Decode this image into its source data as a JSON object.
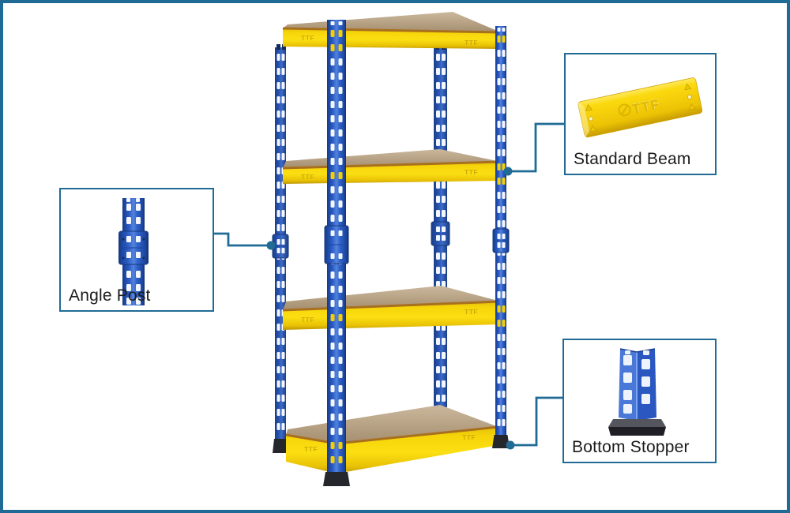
{
  "figure": {
    "kind": "labeled-parts-diagram",
    "subject": "boltless-shelving-unit",
    "shelf_count": 4,
    "post_count": 4
  },
  "rack": {
    "brand_mark": "TTF"
  },
  "callouts": [
    {
      "id": "angle-post",
      "label": "Angle Post",
      "image": "blue-angle-post-with-joint-sleeve"
    },
    {
      "id": "standard-beam",
      "label": "Standard Beam",
      "image": "yellow-beam-embossed-ttf"
    },
    {
      "id": "bottom-stopper",
      "label": "Bottom Stopper",
      "image": "post-base-with-black-stopper-foot"
    }
  ],
  "theme": {
    "frame_color": "#206b95",
    "background": "#ffffff",
    "leader_line_color": "#206b95",
    "label_color": "#1b1b1b",
    "post_blue": "#2a5cc6",
    "post_blue_dark": "#1c449c",
    "post_blue_light": "#5583dc",
    "beam_yellow": "#f9d606",
    "beam_yellow_dark": "#c9a205",
    "wood_top": "#b7a287",
    "wood_edge": "#a8701e",
    "slot_white": "#f3f7fd",
    "foot_black": "#26262d"
  }
}
